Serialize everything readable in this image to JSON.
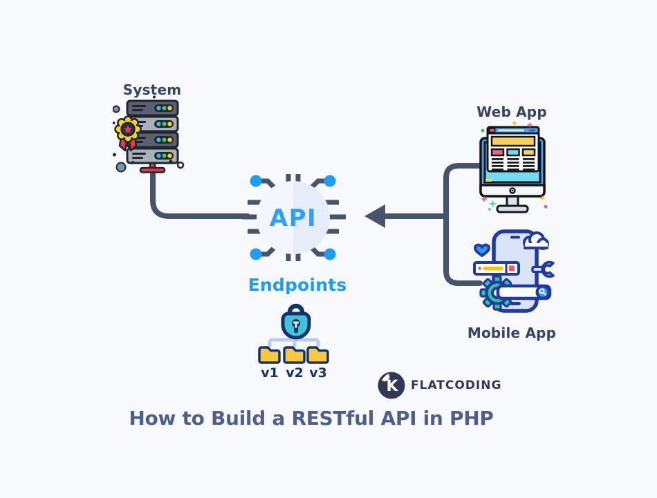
{
  "title": "How to Build a RESTful API in PHP",
  "brand": {
    "name": "FLATCODING"
  },
  "nodes": {
    "system": {
      "label": "System"
    },
    "api": {
      "label": "API"
    },
    "endpoints": {
      "label": "Endpoints"
    },
    "web_app": {
      "label": "Web App"
    },
    "mobile_app": {
      "label": "Mobile App"
    }
  },
  "versions": [
    "v1",
    "v2",
    "v3"
  ],
  "colors": {
    "background": "#f7f9fd",
    "label_navy": "#3a4264",
    "endpoints_blue": "#1e9cf4",
    "title_slate": "#4e5f8a",
    "connector": "#47536b",
    "accent_blue": "#2e9df5",
    "yellow": "#f8ca3e",
    "cyan": "#5fd6ee",
    "green": "#2ec4a0",
    "pink": "#f2536d",
    "outline_navy": "#16326b",
    "phone_navy": "#2239a0"
  }
}
